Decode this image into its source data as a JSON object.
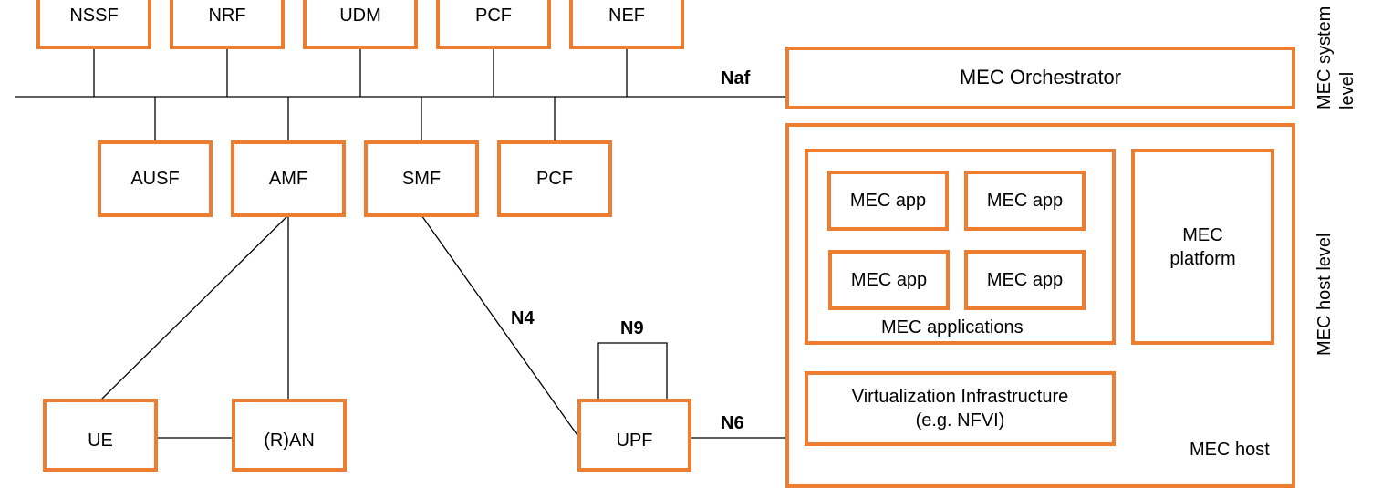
{
  "diagram": {
    "accent_color": "#ED7D31",
    "core_nfs_top": [
      "NSSF",
      "NRF",
      "UDM",
      "PCF",
      "NEF"
    ],
    "core_nfs_bottom": [
      "AUSF",
      "AMF",
      "SMF",
      "PCF"
    ],
    "access": {
      "ue": "UE",
      "ran": "(R)AN",
      "upf": "UPF"
    },
    "interfaces": {
      "naf": "Naf",
      "n4": "N4",
      "n9": "N9",
      "n6": "N6"
    },
    "mec": {
      "orchestrator": "MEC Orchestrator",
      "apps": [
        "MEC app",
        "MEC app",
        "MEC app",
        "MEC app"
      ],
      "applications_label": "MEC applications",
      "platform_line1": "MEC",
      "platform_line2": "platform",
      "virtualization_line1": "Virtualization Infrastructure",
      "virtualization_line2": "(e.g. NFVI)",
      "host_label": "MEC host",
      "system_level_line1": "MEC system",
      "system_level_line2": "level",
      "host_level": "MEC host level"
    }
  }
}
